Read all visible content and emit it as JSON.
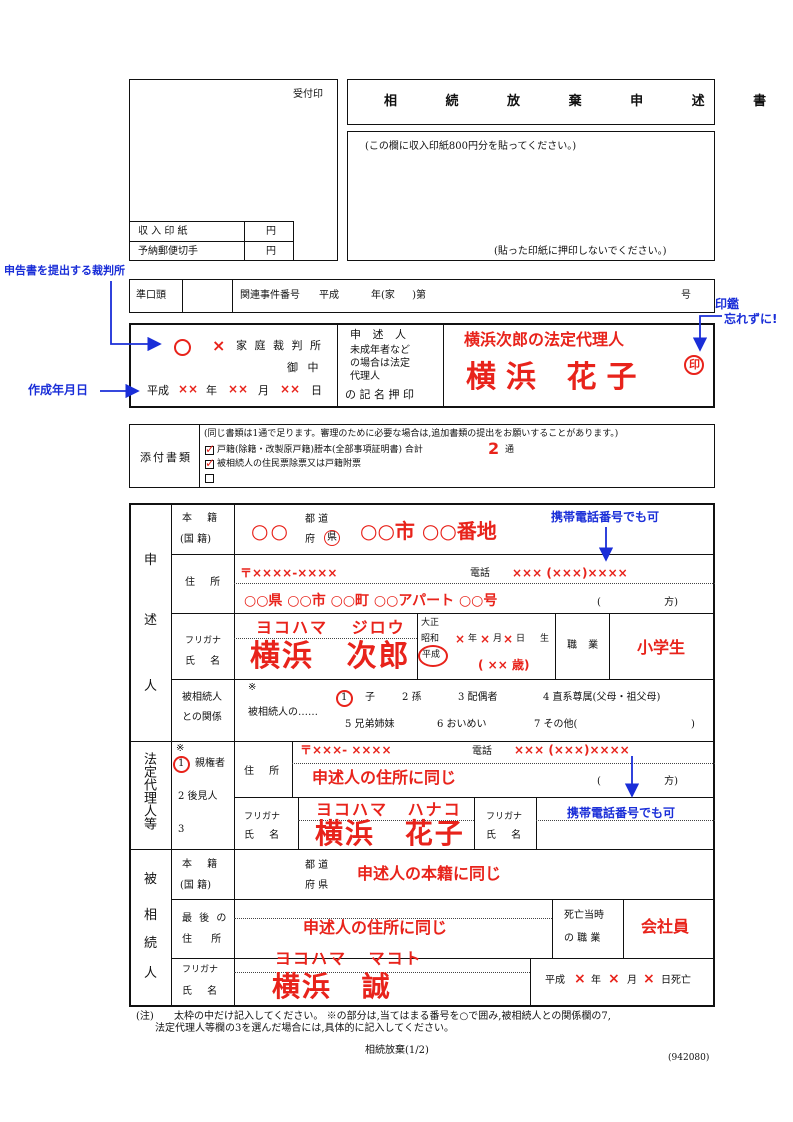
{
  "form": {
    "title": "相 続 放 棄 申 述 書",
    "receipt_stamp": "受付印",
    "stamp_instruction": "(この欄に収入印紙800円分を貼ってください。)",
    "stamp_note": "(貼った印紙に押印しないでください。)",
    "revenue_stamp_label": "収 入 印 紙",
    "postage_label": "予納郵便切手",
    "yen": "円",
    "jun_kuchi": "準口頭",
    "related_case": "関連事件番号",
    "case_heisei": "平成",
    "case_year": "年(家 )第",
    "case_go": "号",
    "court_suffix_1": "家 庭 裁 判 所",
    "court_suffix_2": "御 中",
    "date_prefix": "平成",
    "date_year": "年",
    "date_month": "月",
    "date_day": "日",
    "applicant_sig_label_1": "申 述 人",
    "applicant_sig_label_2": "未成年者など",
    "applicant_sig_label_3": "の場合は法定",
    "applicant_sig_label_4": "代理人",
    "applicant_sig_label_5": "の 記 名 押 印",
    "attach_label": "添付書類",
    "attach_note": "(同じ書類は1通で足ります。審理のために必要な場合は,追加書類の提出をお願いすることがあります。)",
    "attach_item_1": "戸籍(除籍・改製原戸籍)謄本(全部事項証明書) 合計",
    "attach_count_suffix": "通",
    "attach_item_2": "被相続人の住民票除票又は戸籍附票",
    "section_applicant": "申述人",
    "section_legal_rep": "法定代理人等",
    "section_deceased": "被相続人",
    "honseki_label_1": "本 籍",
    "honseki_label_2": "(国 籍)",
    "todo": "都 道",
    "fuken": "府 県",
    "fu": "府",
    "address_label": "住 所",
    "postal_mark": "〒",
    "phone_label": "電話",
    "katakata": "( 方)",
    "furigana_label": "フリガナ",
    "name_label": "氏 名",
    "era_taisho": "大正",
    "era_showa": "昭和",
    "era_heisei": "平成",
    "born": "生",
    "age_suffix": "歳)",
    "occupation_label": "職 業",
    "relation_label_1": "被相続人",
    "relation_label_2": "との関係",
    "relation_prefix": "被相続人の……",
    "asterisk": "※",
    "rel_1": "子",
    "rel_2": "2 孫",
    "rel_3": "3 配偶者",
    "rel_4": "4 直系尊属(父母・祖父母)",
    "rel_5": "5 兄弟姉妹",
    "rel_6": "6 おいめい",
    "rel_7": "7 その他(",
    "rel_close": ")",
    "rep_1": "親権者",
    "rep_2": "2 後見人",
    "rep_3": "3",
    "last_address_1": "最 後 の",
    "last_address_2": "住 所",
    "death_occupation_1": "死亡当時",
    "death_occupation_2": "の 職 業",
    "death_date_suffix": "日死亡",
    "note_label": "(注)",
    "note_1": "太枠の中だけ記入してください。 ※の部分は,当てはまる番号を○で囲み,被相続人との関係欄の7,",
    "note_2": "法定代理人等欄の3を選んだ場合には,具体的に記入してください。",
    "footer_page": "相続放棄(1/2)",
    "footer_code": "(942080)"
  },
  "filled": {
    "court_mark_circle": "○",
    "court_mark_cross": "×",
    "date_x": "××",
    "applicant_signer_role": "横浜次郎の法定代理人",
    "applicant_signer_name": "横浜 花子",
    "seal": "印",
    "attach_count": "2",
    "app_honseki_pref": "○○",
    "ken": "県",
    "app_honseki_rest": "○○市 ○○番地",
    "app_postal": "〒××××-××××",
    "app_phone": "××× (×××)××××",
    "app_address": "○○県 ○○市 ○○町 ○○アパート ○○号",
    "app_furigana": "ヨコハマ ジロウ",
    "app_name": "横浜 次郎",
    "birth_x": "×",
    "app_age": "( ×× 歳)",
    "app_occupation": "小学生",
    "relation_circled": "1",
    "rep_circled": "1",
    "rep_postal": "〒×××- ××××",
    "rep_phone": "××× (×××)××××",
    "rep_address": "申述人の住所に同じ",
    "rep_furigana": "ヨコハマ ハナコ",
    "rep_name": "横浜 花子",
    "dec_honseki": "申述人の本籍に同じ",
    "dec_address": "申述人の住所に同じ",
    "dec_occupation": "会社員",
    "dec_furigana": "ヨコハマ マコト",
    "dec_name": "横浜 誠",
    "death_era": "平成",
    "death_x": "×"
  },
  "annotations": {
    "court": "申告書を提出する裁判所",
    "date": "作成年月日",
    "seal_1": "印鑑",
    "seal_2": "忘れずに!",
    "mobile_1": "携帯電話番号でも可",
    "mobile_2": "携帯電話番号でも可"
  },
  "colors": {
    "fill_red": "#e8231b",
    "annotation_blue": "#1a2ed8",
    "line": "#111111"
  }
}
